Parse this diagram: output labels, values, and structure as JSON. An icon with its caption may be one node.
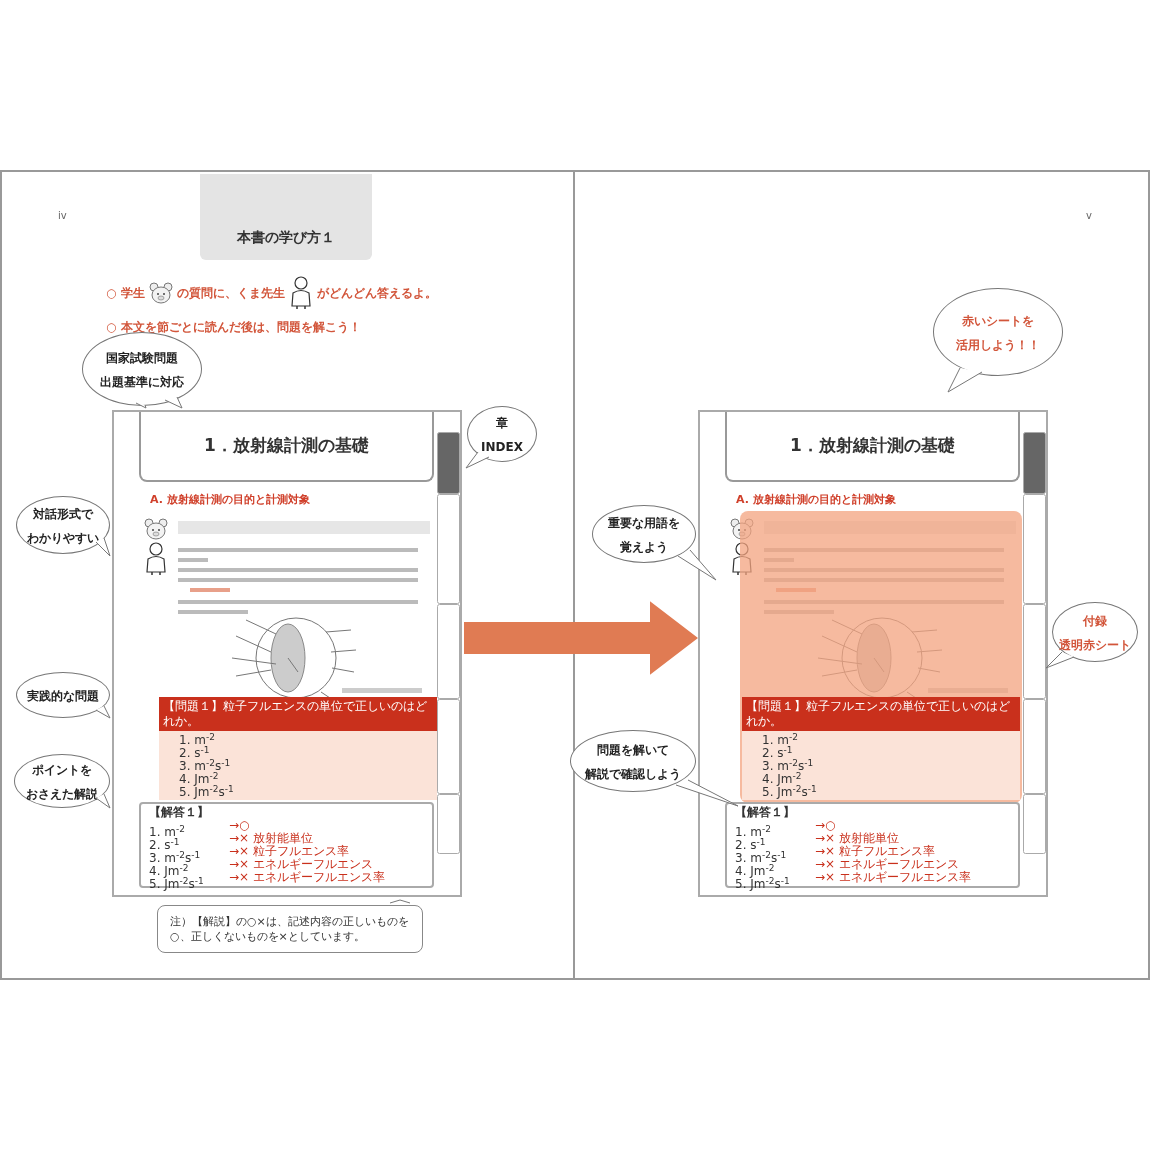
{
  "diagram": {
    "nodes": [
      {
        "text": [
          "iv"
        ]
      },
      {
        "text": [
          "本書の学び方１"
        ],
        "in": 0
      },
      {
        "text": [
          "A. 放射線計測の目的と計測対象"
        ],
        "in": 0
      },
      {
        "text": [
          "1．放射線計測の基礎"
        ],
        "in": 2
      },
      {
        "text": [
          "【問題１】粒子フルエンスの単位で正しいのはどれか。",
          "1. m$^{-2}$",
          "2. s$^{-1}$",
          "3. m$^{-2}$s$^{-1}$",
          "4. Jm$^{-2}$",
          "5. Jm$^{-2}$s$^{-1}$"
        ],
        "in": 2
      },
      {
        "text": [
          "【解答１】",
          "1. m$^{-2}$",
          "→○",
          "2. s$^{-1}$",
          "→× 放射能単位",
          "3. m$^{-2}$s$^{-1}$",
          "→× 粒子フルエンス率",
          "4. Jm$^{-2}$",
          "→× エネルギーフルエンス",
          "5. Jm$^{-2}$s$^{-1}$",
          "→× エネルギーフルエンス率"
        ],
        "in": 2
      },
      {
        "text": [
          "国家試験問題",
          "出題基準に対応"
        ],
        "in": 0
      },
      {
        "text": [
          "章",
          "INDEX"
        ],
        "in": 0
      },
      {
        "text": [
          "対話形式で",
          "わかりやすい"
        ],
        "in": 0
      },
      {
        "text": [
          "実践的な問題"
        ],
        "in": 0
      },
      {
        "text": [
          "ポイントを",
          "おさえた解説"
        ],
        "in": 0
      },
      {
        "text": [
          "注）【解説】の○×は、記述内容の正しいものを○、正しくないものを×としています。"
        ],
        "in": 0
      },
      {
        "text": [
          "v"
        ]
      },
      {
        "text": [
          "赤いシートを",
          "活用しよう！！"
        ],
        "in": 12
      },
      {
        "text": [
          "A. 放射線計測の目的と計測対象"
        ],
        "in": 12
      },
      {
        "text": [
          "1．放射線計測の基礎"
        ],
        "in": 14
      },
      {
        "text": [],
        "shape": "box",
        "in": 14
      },
      {
        "text": [
          "【問題１】粒子フルエンスの単位で正しいのはどれか。",
          "1. m$^{-2}$",
          "2. s$^{-1}$",
          "3. m$^{-2}$s$^{-1}$",
          "4. Jm$^{-2}$",
          "5. Jm$^{-2}$s$^{-1}$"
        ],
        "in": 16
      },
      {
        "text": [
          "【解答１】",
          "1. m$^{-2}$",
          "→○",
          "2. s$^{-1}$",
          "→× 放射能単位",
          "3. m$^{-2}$s$^{-1}$",
          "→× 粒子フルエンス率",
          "4. Jm$^{-2}$",
          "→× エネルギーフルエンス",
          "5. Jm$^{-2}$s$^{-1}$",
          "→× エネルギーフルエンス率"
        ],
        "in": 14
      },
      {
        "text": [
          "重要な用語を",
          "覚えよう"
        ],
        "in": 12
      },
      {
        "text": [
          "付録",
          "透明赤シート"
        ],
        "in": 12
      },
      {
        "text": [
          "問題を解いて",
          "解説で確認しよう"
        ],
        "in": 12
      }
    ],
    "edges": [
      {
        "from": 2,
        "to": 14,
        "arrow": "to",
        "style": "thick",
        "color": "#e07b53"
      }
    ],
    "labels": [
      "○ 学生",
      "の質問に、くま先生",
      "がどんどん答えるよ。",
      "○ 本文を節ごとに読んだ後は、問題を解こう！"
    ]
  }
}
